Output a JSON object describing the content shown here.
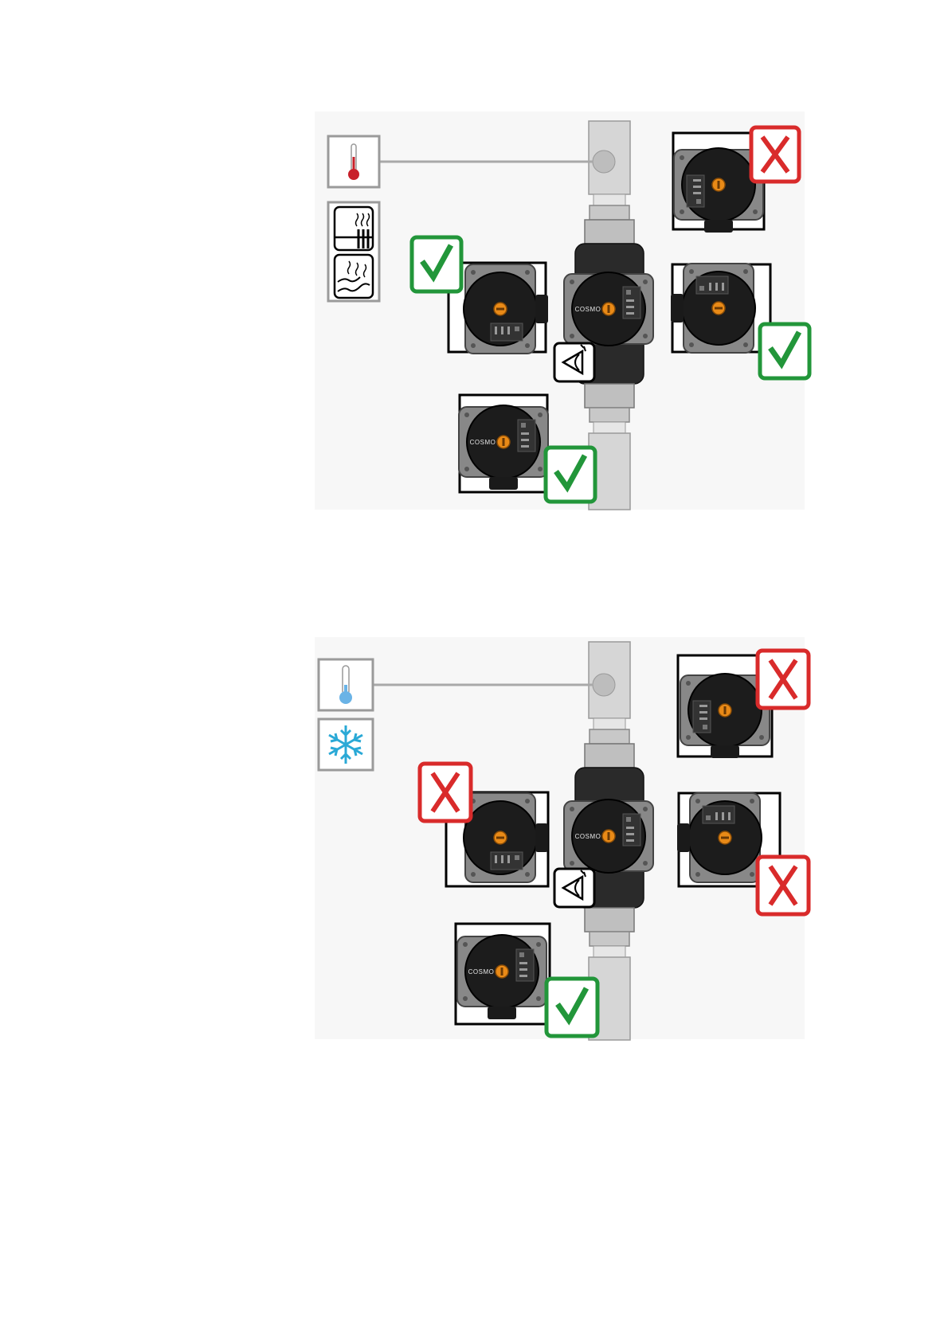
{
  "brand_label": "COSMO",
  "colors": {
    "ok": "#22963a",
    "wrong": "#d92b2b",
    "pump_body": "#1c1c1c",
    "pump_knob": "#e98a17",
    "pipe": "#d6d6d6",
    "heating_thermometer": "#c8202a",
    "cooling_thermometer": "#6ab3e6",
    "snowflake": "#2aa9d6"
  },
  "diagrams": [
    {
      "id": "heating",
      "icons": [
        "thermometer-hot-icon",
        "radiator-icon",
        "floor-heating-icon"
      ],
      "options": [
        {
          "position": "top-right",
          "rotation_deg": 180,
          "verdict": "wrong"
        },
        {
          "position": "left",
          "rotation_deg": 90,
          "verdict": "ok"
        },
        {
          "position": "right",
          "rotation_deg": 270,
          "verdict": "ok"
        },
        {
          "position": "bottom",
          "rotation_deg": 0,
          "verdict": "ok"
        }
      ]
    },
    {
      "id": "cooling",
      "icons": [
        "thermometer-cold-icon",
        "snowflake-icon"
      ],
      "options": [
        {
          "position": "top-right",
          "rotation_deg": 180,
          "verdict": "wrong"
        },
        {
          "position": "left",
          "rotation_deg": 90,
          "verdict": "wrong"
        },
        {
          "position": "right",
          "rotation_deg": 270,
          "verdict": "wrong"
        },
        {
          "position": "bottom",
          "rotation_deg": 0,
          "verdict": "ok"
        }
      ]
    }
  ]
}
